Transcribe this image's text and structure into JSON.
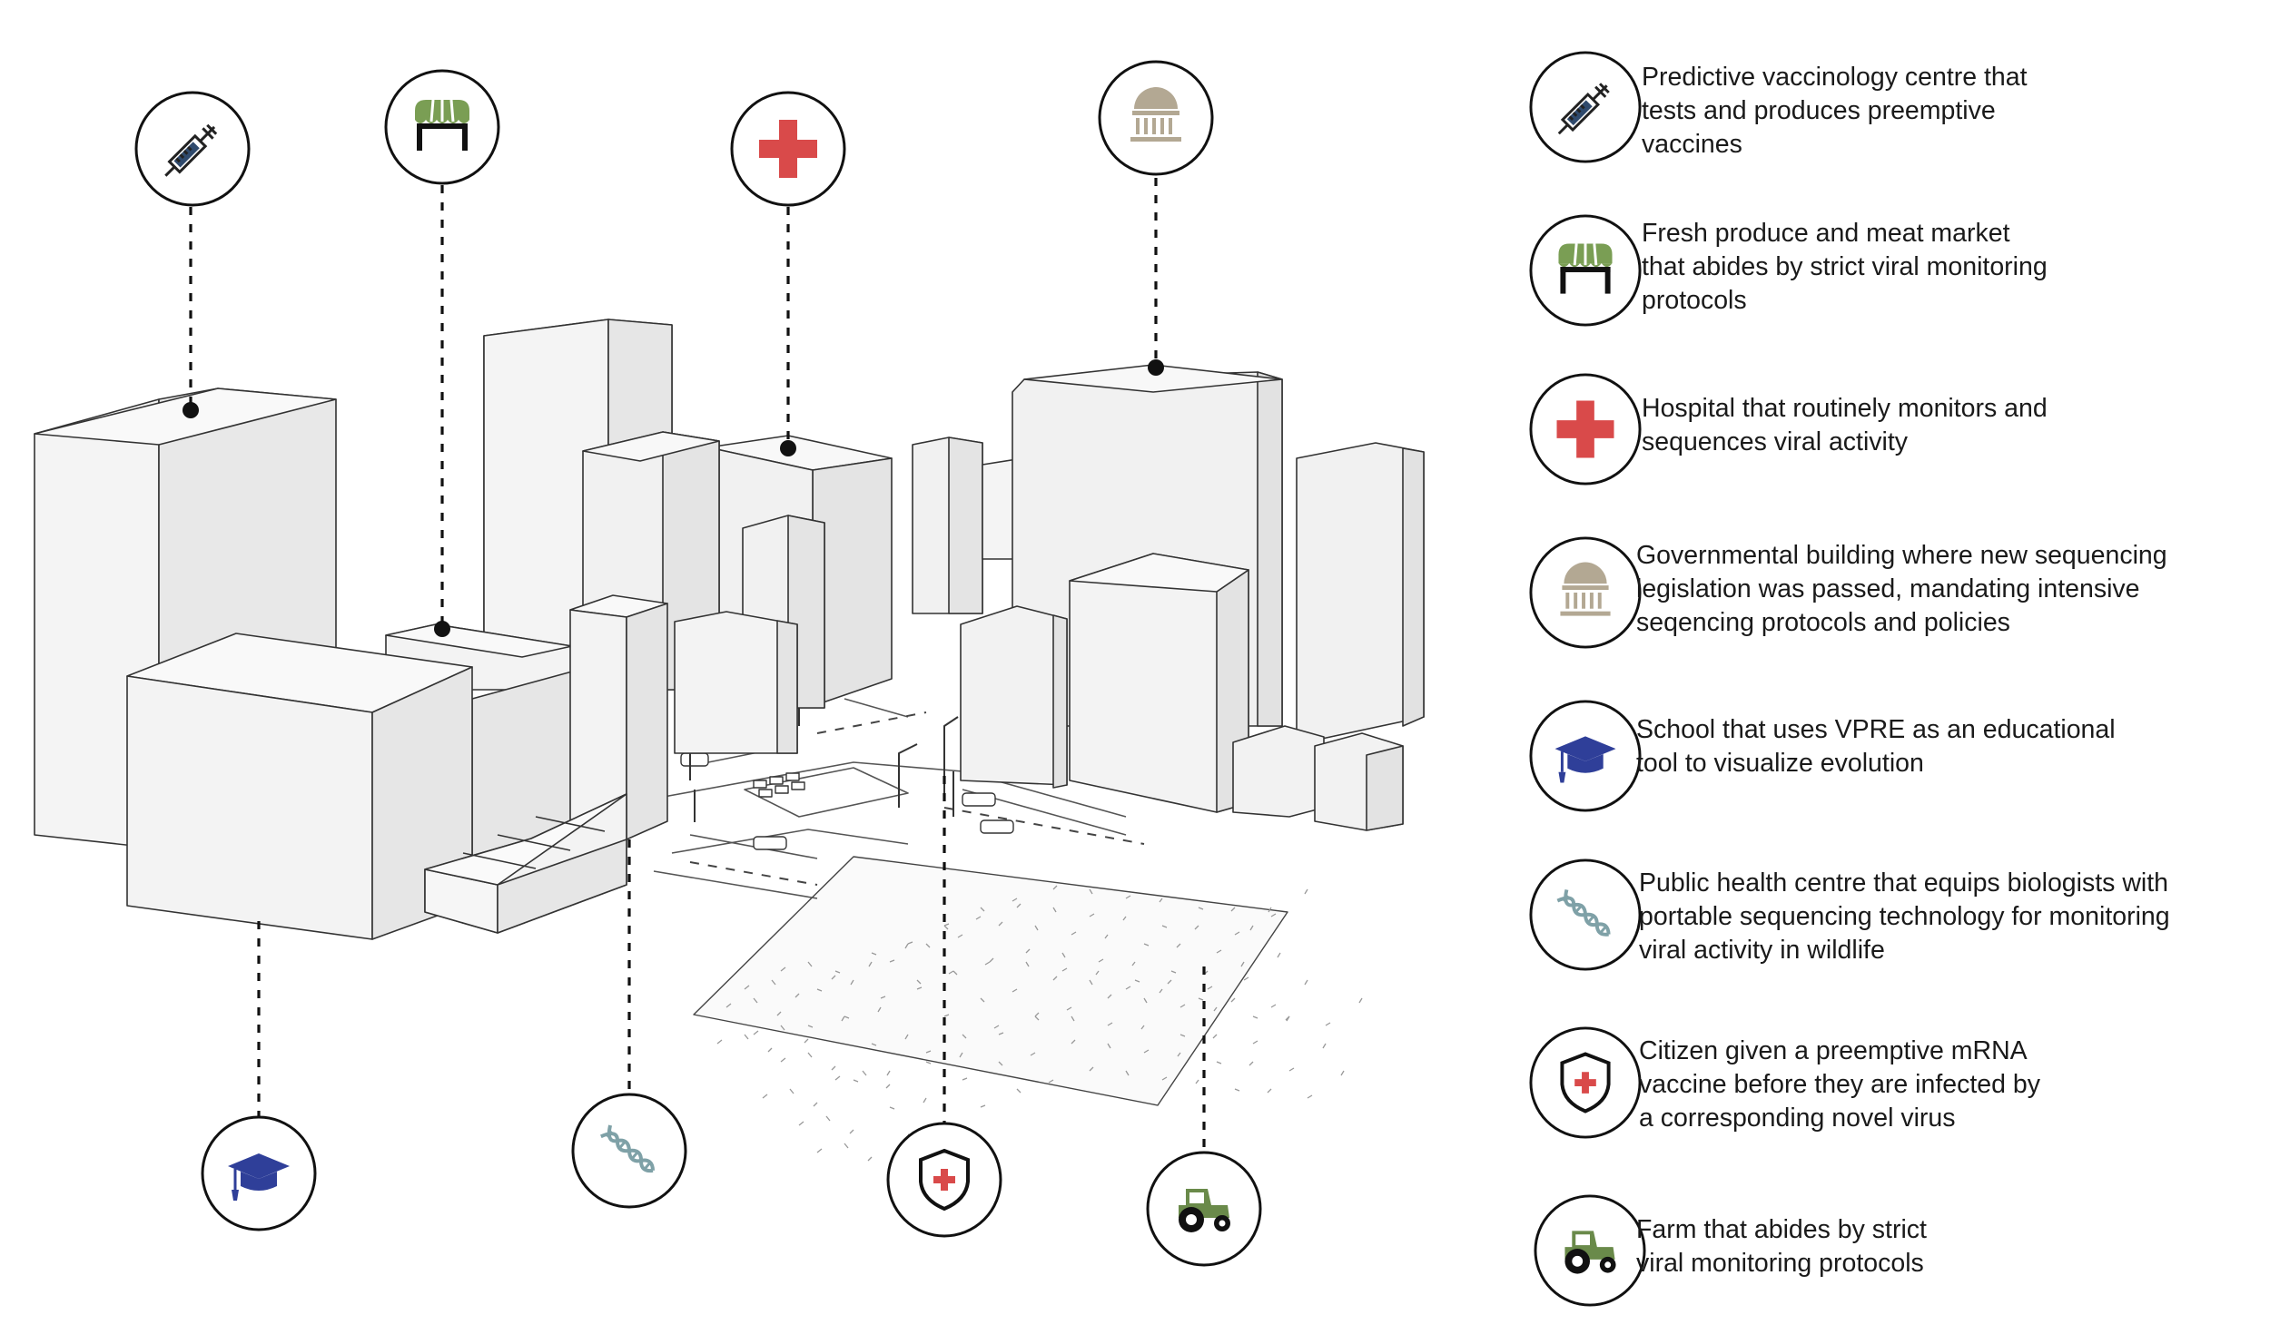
{
  "legend": [
    {
      "icon": "syringe-icon",
      "text": "Predictive vaccinology centre that\ntests and produces preemptive\nvaccines"
    },
    {
      "icon": "market-stall-icon",
      "text": "Fresh produce and meat market\nthat abides by strict viral monitoring\nprotocols"
    },
    {
      "icon": "hospital-cross-icon",
      "text": "Hospital that routinely monitors and\nsequences viral activity"
    },
    {
      "icon": "government-building-icon",
      "text": "Governmental building where new sequencing\nlegislation was passed, mandating intensive\nseqencing protocols and policies"
    },
    {
      "icon": "graduation-cap-icon",
      "text": "School that uses VPRE as an educational\ntool to visualize evolution"
    },
    {
      "icon": "dna-icon",
      "text": "Public health centre that equips biologists with\nportable sequencing technology for monitoring\nviral activity in wildlife"
    },
    {
      "icon": "shield-cross-icon",
      "text": "Citizen given a preemptive mRNA\nvaccine before they are infected by\na corresponding novel virus"
    },
    {
      "icon": "tractor-icon",
      "text": "Farm that abides by strict\nviral monitoring protocols"
    }
  ],
  "colors": {
    "syringe": "#2f4a6d",
    "market_green": "#7a9e54",
    "hospital_red": "#d94a4a",
    "government_tan": "#b3a893",
    "school_blue": "#2f3f99",
    "dna_teal": "#7fa1a7",
    "tractor_green": "#6a8a4a",
    "building_fill": "#eeeeee",
    "building_top": "#f7f7f7",
    "building_side": "#e2e2e2",
    "line": "#333333"
  }
}
